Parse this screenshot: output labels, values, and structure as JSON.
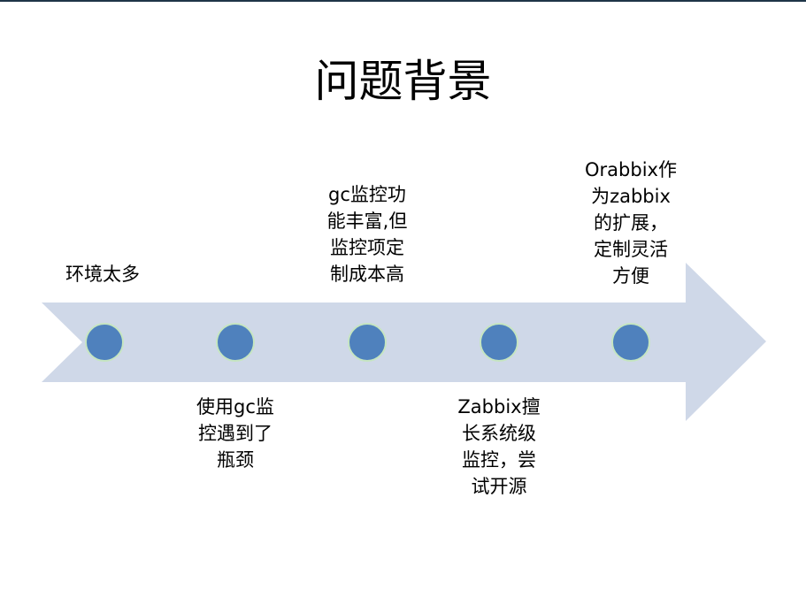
{
  "title": "问题背景",
  "colors": {
    "arrow": "#cfd8e8",
    "milestone": "#4f81bd",
    "milestone_border": "#c6e5c1"
  },
  "milestones": [
    {
      "label": "环境太多",
      "position": "above"
    },
    {
      "label": "使用gc监\n控遇到了\n瓶颈",
      "position": "below"
    },
    {
      "label": "gc监控功\n能丰富,但\n监控项定\n制成本高",
      "position": "above"
    },
    {
      "label": "Zabbix擅\n长系统级\n监控，尝\n试开源",
      "position": "below"
    },
    {
      "label": "Orabbix作\n为zabbix\n的扩展，\n定制灵活\n方便",
      "position": "above"
    }
  ]
}
